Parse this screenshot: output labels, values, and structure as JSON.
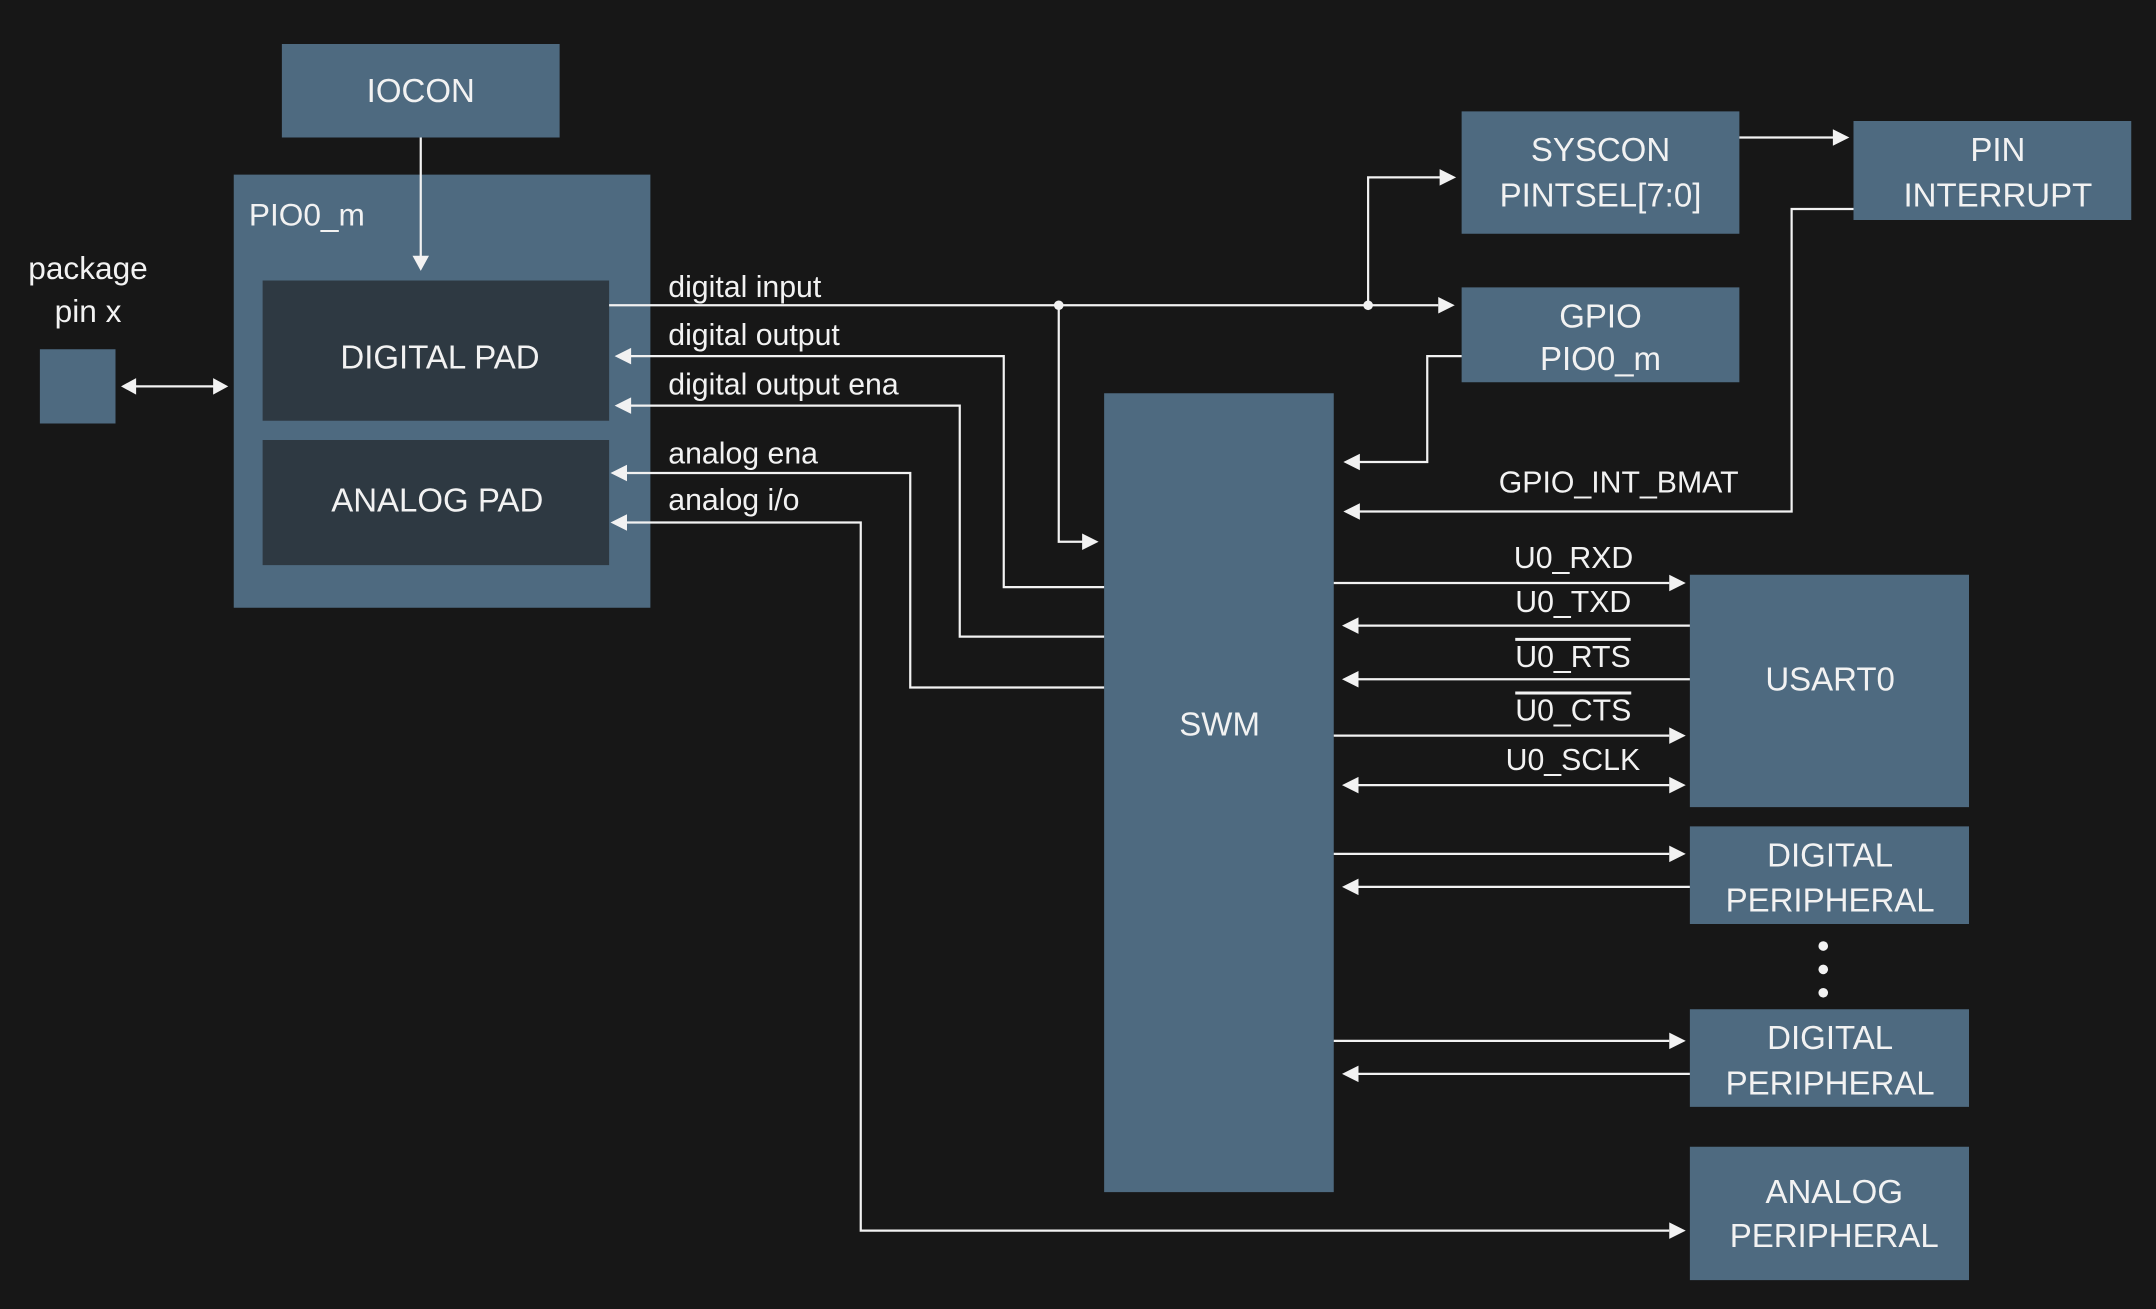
{
  "title": "PIO pin multiplexing block diagram",
  "colors": {
    "background": "#171717",
    "block": "#4e6a80",
    "pad": "#2e3942",
    "line": "#f2f2f2"
  },
  "blocks": {
    "iocon": {
      "label": "IOCON"
    },
    "pio": {
      "label": "PIO0_m"
    },
    "digital_pad": {
      "label": "DIGITAL PAD"
    },
    "analog_pad": {
      "label": "ANALOG PAD"
    },
    "package_pin": {
      "line1": "package",
      "line2": "pin x"
    },
    "swm": {
      "label": "SWM"
    },
    "syscon": {
      "line1": "SYSCON",
      "line2": "PINTSEL[7:0]"
    },
    "pin_interrupt": {
      "line1": "PIN",
      "line2": "INTERRUPT"
    },
    "gpio": {
      "line1": "GPIO",
      "line2": "PIO0_m"
    },
    "usart0": {
      "label": "USART0"
    },
    "digital_peripheral_1": {
      "line1": "DIGITAL",
      "line2": "PERIPHERAL"
    },
    "digital_peripheral_2": {
      "line1": "DIGITAL",
      "line2": "PERIPHERAL"
    },
    "analog_peripheral": {
      "line1": "ANALOG",
      "line2": "PERIPHERAL"
    }
  },
  "signals": {
    "digital_input": "digital input",
    "digital_output": "digital output",
    "digital_output_ena": "digital output ena",
    "analog_ena": "analog ena",
    "analog_io": "analog i/o",
    "gpio_int_bmat": "GPIO_INT_BMAT",
    "u0_rxd": "U0_RXD",
    "u0_txd": "U0_TXD",
    "u0_rts": "U0_RTS",
    "u0_cts": "U0_CTS",
    "u0_sclk": "U0_SCLK"
  }
}
